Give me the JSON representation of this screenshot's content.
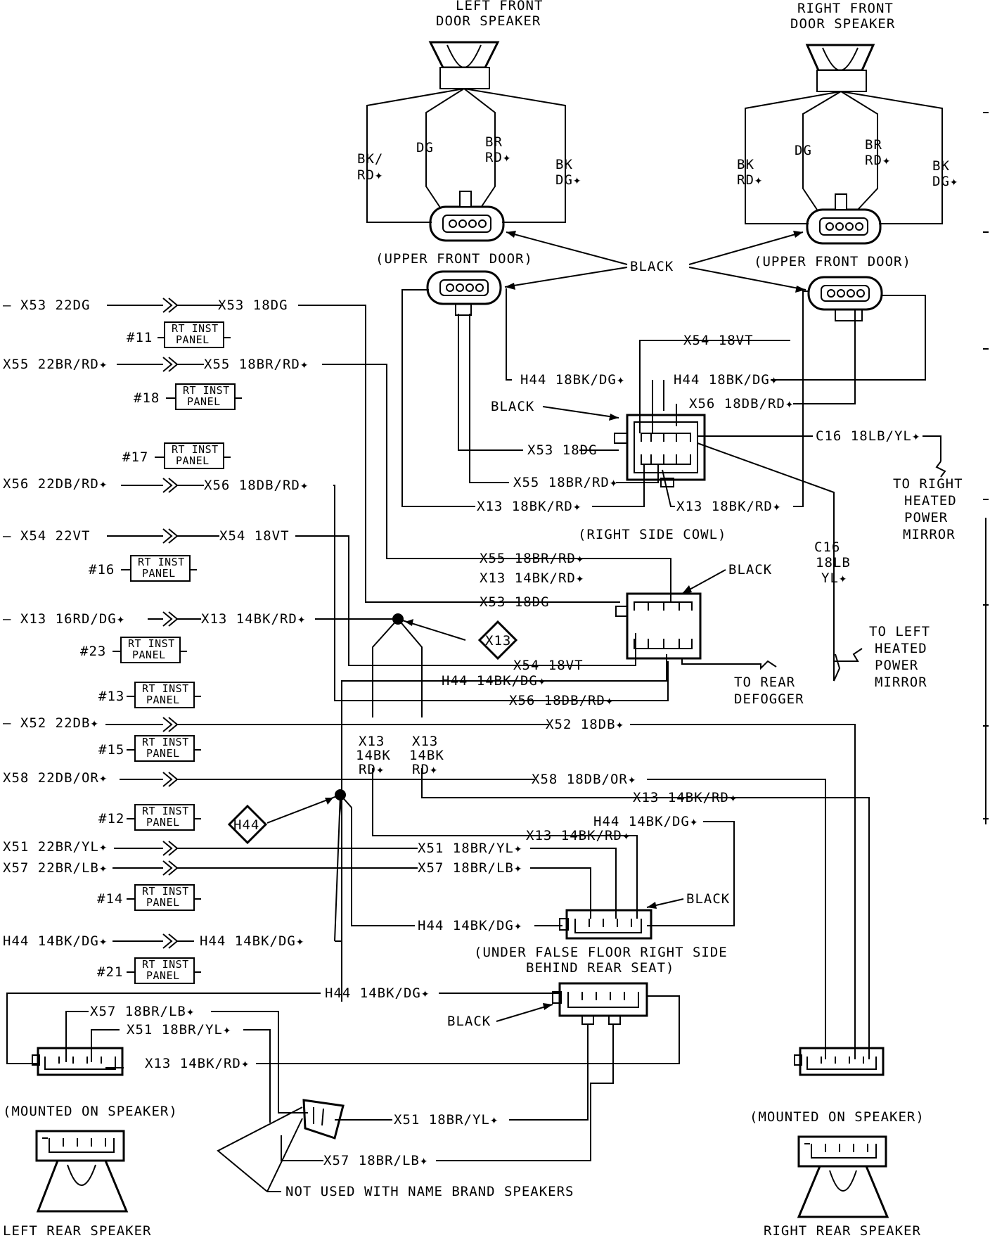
{
  "speakers": {
    "left_front": [
      "LEFT FRONT",
      "DOOR SPEAKER"
    ],
    "right_front": [
      "RIGHT FRONT",
      "DOOR SPEAKER"
    ],
    "left_rear": "LEFT REAR SPEAKER",
    "right_rear": "RIGHT REAR SPEAKER",
    "left_rear_mount": "(MOUNTED ON SPEAKER)",
    "right_rear_mount": "(MOUNTED ON SPEAKER)"
  },
  "front_wires": {
    "left": {
      "bk_rd": [
        "BK/",
        "RD✦"
      ],
      "dg": "DG",
      "br_rd": [
        "BR",
        "RD✦"
      ],
      "bk_dg": [
        "BK",
        "DG✦"
      ]
    },
    "right": {
      "bk_rd": [
        "BK",
        "RD✦"
      ],
      "dg": "DG",
      "br_rd": [
        "BR",
        "RD✦"
      ],
      "bk_dg": [
        "BK",
        "DG✦"
      ]
    }
  },
  "locations": {
    "upper_front_door_left": "(UPPER FRONT DOOR)",
    "upper_front_door_right": "(UPPER FRONT DOOR)",
    "right_side_cowl": "(RIGHT SIDE COWL)",
    "under_false_floor": [
      "(UNDER FALSE FLOOR RIGHT SIDE",
      "BEHIND REAR SEAT)"
    ]
  },
  "colors": {
    "black_center": "BLACK",
    "black_cowl": "BLACK",
    "black_mid": "BLACK",
    "black_floor": "BLACK",
    "black_rear": "BLACK"
  },
  "left_inputs": [
    "– X53 22DG",
    "X55 22BR/RD✦",
    "X56 22DB/RD✦",
    "– X54 22VT",
    "– X13 16RD/DG✦",
    "– X52 22DB✦",
    "X58 22DB/OR✦",
    "X51 22BR/YL✦",
    "X57 22BR/LB✦",
    "H44 14BK/DG✦"
  ],
  "panels": {
    "label": [
      "RT INST",
      "PANEL"
    ],
    "numbers": [
      "#11",
      "#18",
      "#17",
      "#16",
      "#23",
      "#13",
      "#15",
      "#12",
      "#14",
      "#21"
    ]
  },
  "wire_labels": {
    "x53_18dg_top": "X53 18DG",
    "x55_18br_top": "X55 18BR/RD✦",
    "x56_18db_top": "X56 18DB/RD✦",
    "x54_18vt_left": "X54 18VT",
    "x13_14bk_left": "X13 14BK/RD✦",
    "x54_18vt_cowl": "X54 18VT",
    "h44_18bk_a": "H44 18BK/DG✦",
    "h44_18bk_b": "H44 18BK/DG✦",
    "x56_18db_cowl": "X56 18DB/RD✦",
    "c16_18lb": "C16 18LB/YL✦",
    "x53_18dg_cowl": "X53 18DG",
    "x55_18br_cowl": "X55 18BR/RD✦",
    "x13_18bk_a": "X13 18BK/RD✦",
    "x13_18bk_b": "X13 18BK/RD✦",
    "c16_stack": [
      "C16",
      "18LB",
      "YL✦"
    ],
    "x55_mid": "X55 18BR/RD✦",
    "x13_mid": "X13 14BK/RD✦",
    "x53_mid": "X53 18DG",
    "x54_mid": "X54 18VT",
    "h44_mid": "H44 14BK/DG✦",
    "x56_mid": "X56 18DB/RD✦",
    "x52_18db": "X52 18DB✦",
    "x13_stack_a": [
      "X13",
      "14BK",
      "RD✦"
    ],
    "x13_stack_b": [
      "X13",
      "14BK",
      "RD✦"
    ],
    "x58_18db": "X58 18DB/OR✦",
    "x13_14bk_c": "X13 14BK/RD✦",
    "h44_14bk_c": "H44 14BK/DG✦",
    "x13_14bk_d": "X13 14BK/RD✦",
    "x51_18br": "X51 18BR/YL✦",
    "x57_18br": "X57 18BR/LB✦",
    "h44_14bk_floor": "H44 14BK/DG✦",
    "h44_14bk_left": "H44 14BK/DG✦",
    "h44_14bk_rear": "H44 14BK/DG✦",
    "x57_rear": "X57 18BR/LB✦",
    "x51_rear": "X51 18BR/YL✦",
    "x13_rear": "X13 14BK/RD✦",
    "x51_adapter": "X51 18BR/YL✦",
    "x57_adapter": "X57 18BR/LB✦"
  },
  "splices": {
    "x13": "X13",
    "h44": "H44"
  },
  "destinations": {
    "right_mirror": [
      "TO RIGHT",
      "HEATED",
      "POWER",
      "MIRROR"
    ],
    "left_mirror": [
      "TO LEFT",
      "HEATED",
      "POWER",
      "MIRROR"
    ],
    "rear_defogger": [
      "TO REAR",
      "DEFOGGER"
    ]
  },
  "note": "NOT USED WITH NAME BRAND SPEAKERS"
}
